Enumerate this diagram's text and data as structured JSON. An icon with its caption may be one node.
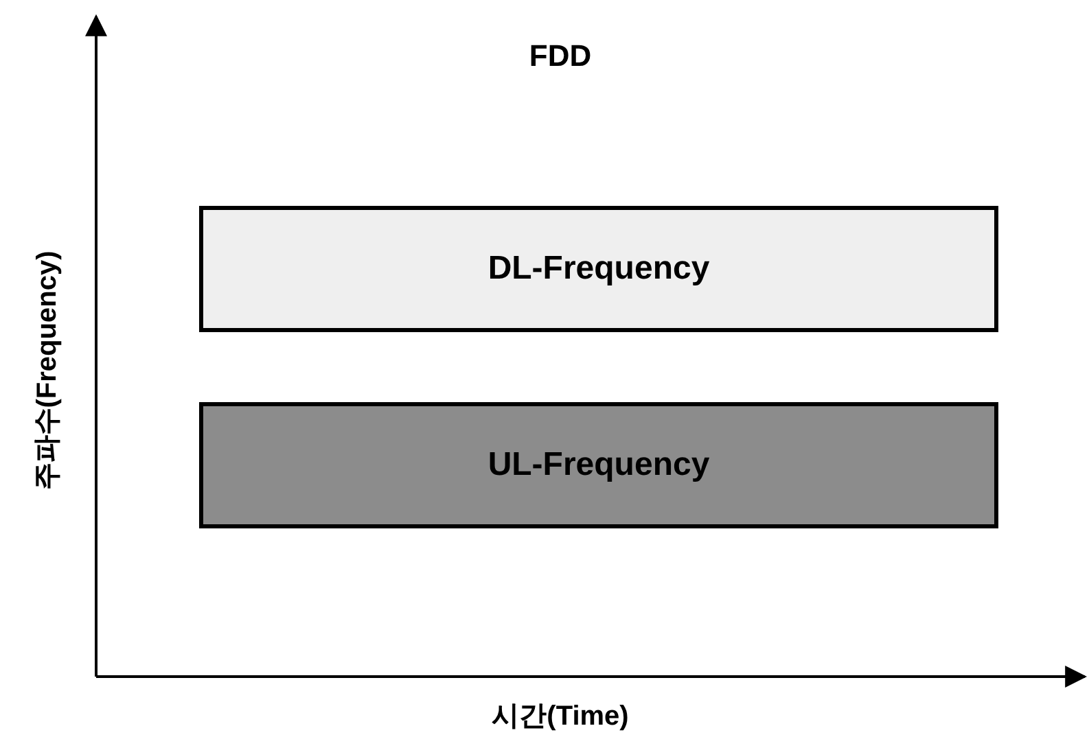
{
  "diagram": {
    "title": "FDD",
    "nodes": [
      {
        "text": [
          "DL-Frequency"
        ]
      },
      {
        "text": [
          "UL-Frequency"
        ]
      }
    ],
    "labels": [
      "주파수(Frequency)",
      "시간(Time)"
    ]
  }
}
